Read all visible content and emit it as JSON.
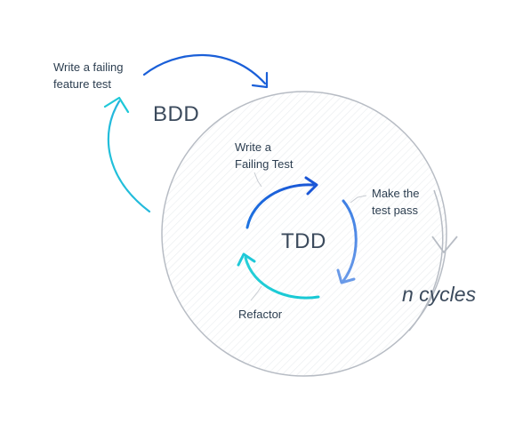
{
  "outer_cycle": {
    "name": "BDD",
    "step": "Write a failing\nfeature test"
  },
  "inner_cycle": {
    "name": "TDD",
    "steps": {
      "write": "Write a\nFailing Test",
      "pass": "Make the\ntest pass",
      "refactor": "Refactor"
    }
  },
  "repeat_label": "n cycles",
  "colors": {
    "dark_blue": "#1a5fd8",
    "mid_blue": "#5b8fe6",
    "cyan": "#1ec8d8",
    "circle_stroke": "#b7bcc4",
    "hatch": "#eceff2",
    "text": "#2c3e50"
  }
}
